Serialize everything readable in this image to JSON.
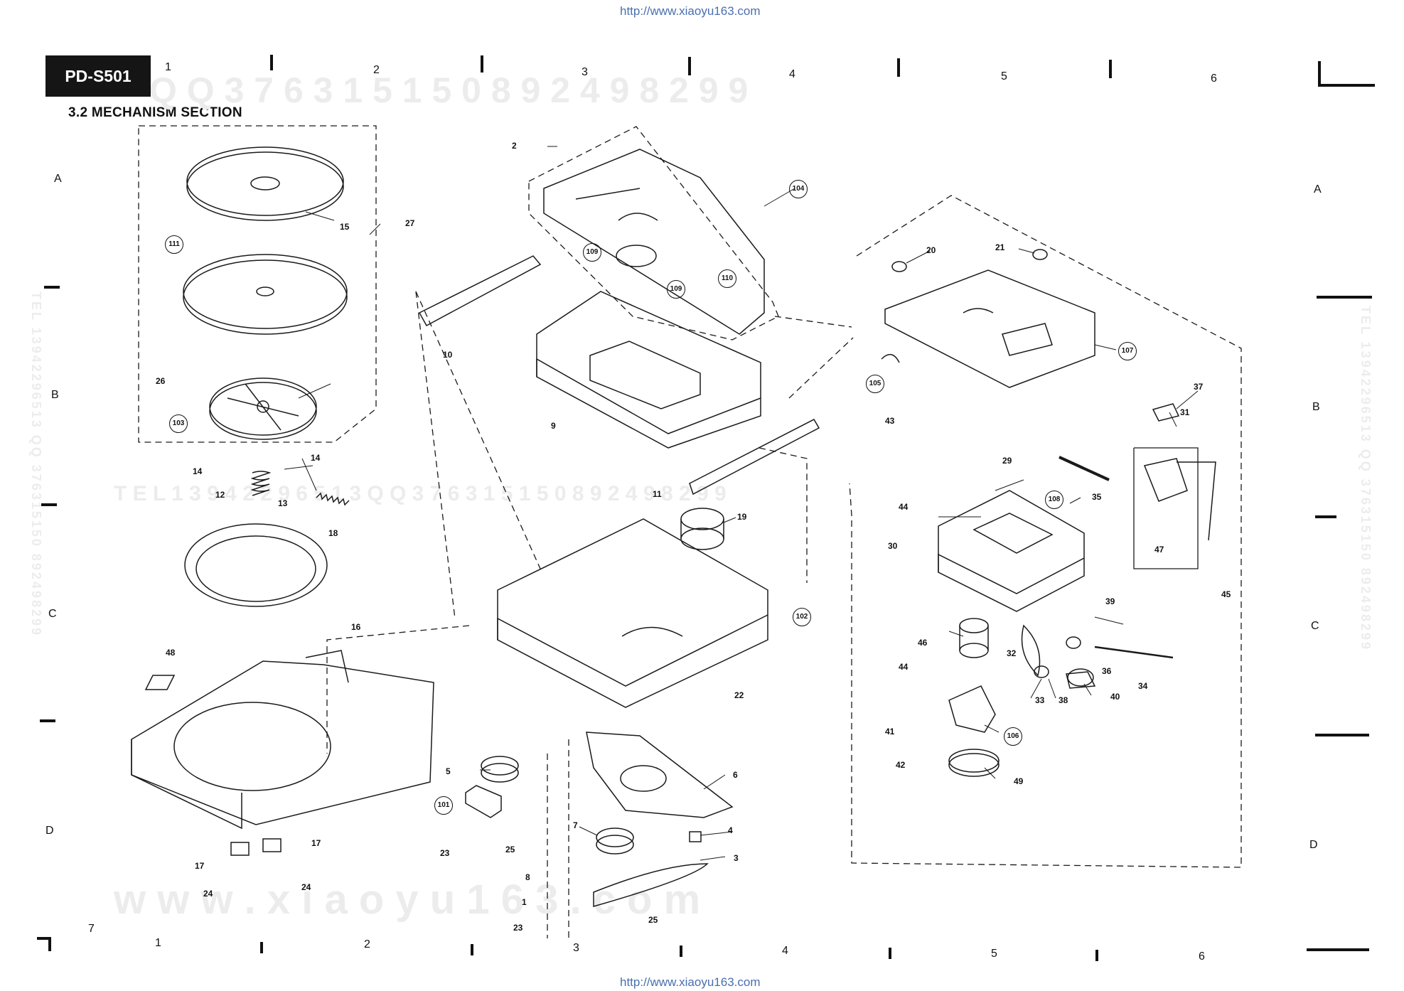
{
  "url": "http://www.xiaoyu163.com",
  "model": "PD-S501",
  "section_title": "3.2  MECHANISM SECTION",
  "columns": [
    "1",
    "2",
    "3",
    "4",
    "5",
    "6"
  ],
  "rows": [
    "A",
    "B",
    "C",
    "D"
  ],
  "corner_number": "7",
  "watermarks": {
    "qq_row": "Q Q   3 7 6 3 1 5 1 5 0     8 9 2 4 9 8 2 9 9",
    "tel_row": "T E L   1 3 9 4 2 2 9 6 5 1 3    Q Q   3 7 6 3 1 5 1 5 0   8 9 2 4 9 8 2 9 9",
    "www_row": "w w w . x i a o y u 1 6 3 . c o m",
    "left_vertical": "TEL 13942296513  QQ 376315150 892498299",
    "right_vertical": "TEL 13942296513  QQ 376315150 892498299"
  },
  "labels": {
    "l2": "2",
    "l15": "15",
    "l27": "27",
    "l111": "111",
    "l104": "104",
    "l109a": "109",
    "l109b": "109",
    "l110": "110",
    "l20": "20",
    "l21": "21",
    "l10": "10",
    "l26": "26",
    "l9": "9",
    "l107": "107",
    "l105": "105",
    "l43": "43",
    "l103": "103",
    "l37": "37",
    "l31": "31",
    "l14a": "14",
    "l14b": "14",
    "l29": "29",
    "l108": "108",
    "l35": "35",
    "l12": "12",
    "l11": "11",
    "l13": "13",
    "l44a": "44",
    "l19": "19",
    "l30": "30",
    "l47": "47",
    "l18": "18",
    "l45": "45",
    "l102": "102",
    "l39": "39",
    "l16": "16",
    "l46": "46",
    "l48": "48",
    "l32": "32",
    "l36": "36",
    "l44b": "44",
    "l34": "34",
    "l33": "33",
    "l38": "38",
    "l40": "40",
    "l22": "22",
    "l41": "41",
    "l106": "106",
    "l42": "42",
    "l5": "5",
    "l6": "6",
    "l49": "49",
    "l101": "101",
    "l7": "7",
    "l4": "4",
    "l17a": "17",
    "l17b": "17",
    "l23a": "23",
    "l25a": "25",
    "l3": "3",
    "l8": "8",
    "l24a": "24",
    "l24b": "24",
    "l1": "1",
    "l25b": "25",
    "l23b": "23"
  }
}
